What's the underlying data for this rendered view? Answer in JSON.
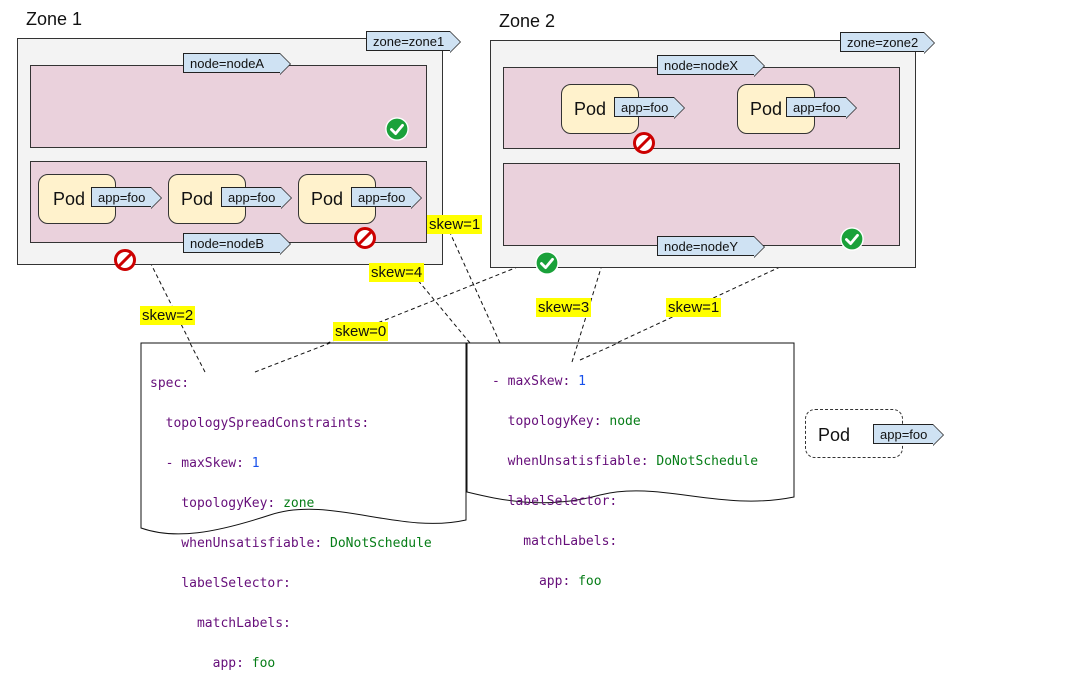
{
  "zones": [
    {
      "title": "Zone 1",
      "label": "zone=zone1"
    },
    {
      "title": "Zone 2",
      "label": "zone=zone2"
    }
  ],
  "nodes": {
    "nodeA": "node=nodeA",
    "nodeB": "node=nodeB",
    "nodeX": "node=nodeX",
    "nodeY": "node=nodeY"
  },
  "pod": {
    "label": "Pod",
    "tag": "app=foo"
  },
  "skews": {
    "s1_top": "skew=1",
    "s4": "skew=4",
    "s2": "skew=2",
    "s0": "skew=0",
    "s3": "skew=3",
    "s1_right": "skew=1"
  },
  "spec_left": {
    "l1": "spec:",
    "l2": "  topologySpreadConstraints:",
    "l3_key": "  - maxSkew: ",
    "l3_val": "1",
    "l4_key": "    topologyKey: ",
    "l4_val": "zone",
    "l5_key": "    whenUnsatisfiable: ",
    "l5_val": "DoNotSchedule",
    "l6": "    labelSelector:",
    "l7": "      matchLabels:",
    "l8_key": "        app: ",
    "l8_val": "foo"
  },
  "spec_right": {
    "l1_key": "- maxSkew: ",
    "l1_val": "1",
    "l2_key": "  topologyKey: ",
    "l2_val": "node",
    "l3_key": "  whenUnsatisfiable: ",
    "l3_val": "DoNotSchedule",
    "l4": "  labelSelector:",
    "l5": "    matchLabels:",
    "l6_key": "      app: ",
    "l6_val": "foo"
  },
  "colors": {
    "zone_bg": "#f3f3f3",
    "node_bg": "#ead1dc",
    "pod_bg": "#fff2cc",
    "tag_bg": "#cfe2f3",
    "skew_bg": "#ffff00",
    "ok": "#1aa13a",
    "no": "#cc0000"
  }
}
